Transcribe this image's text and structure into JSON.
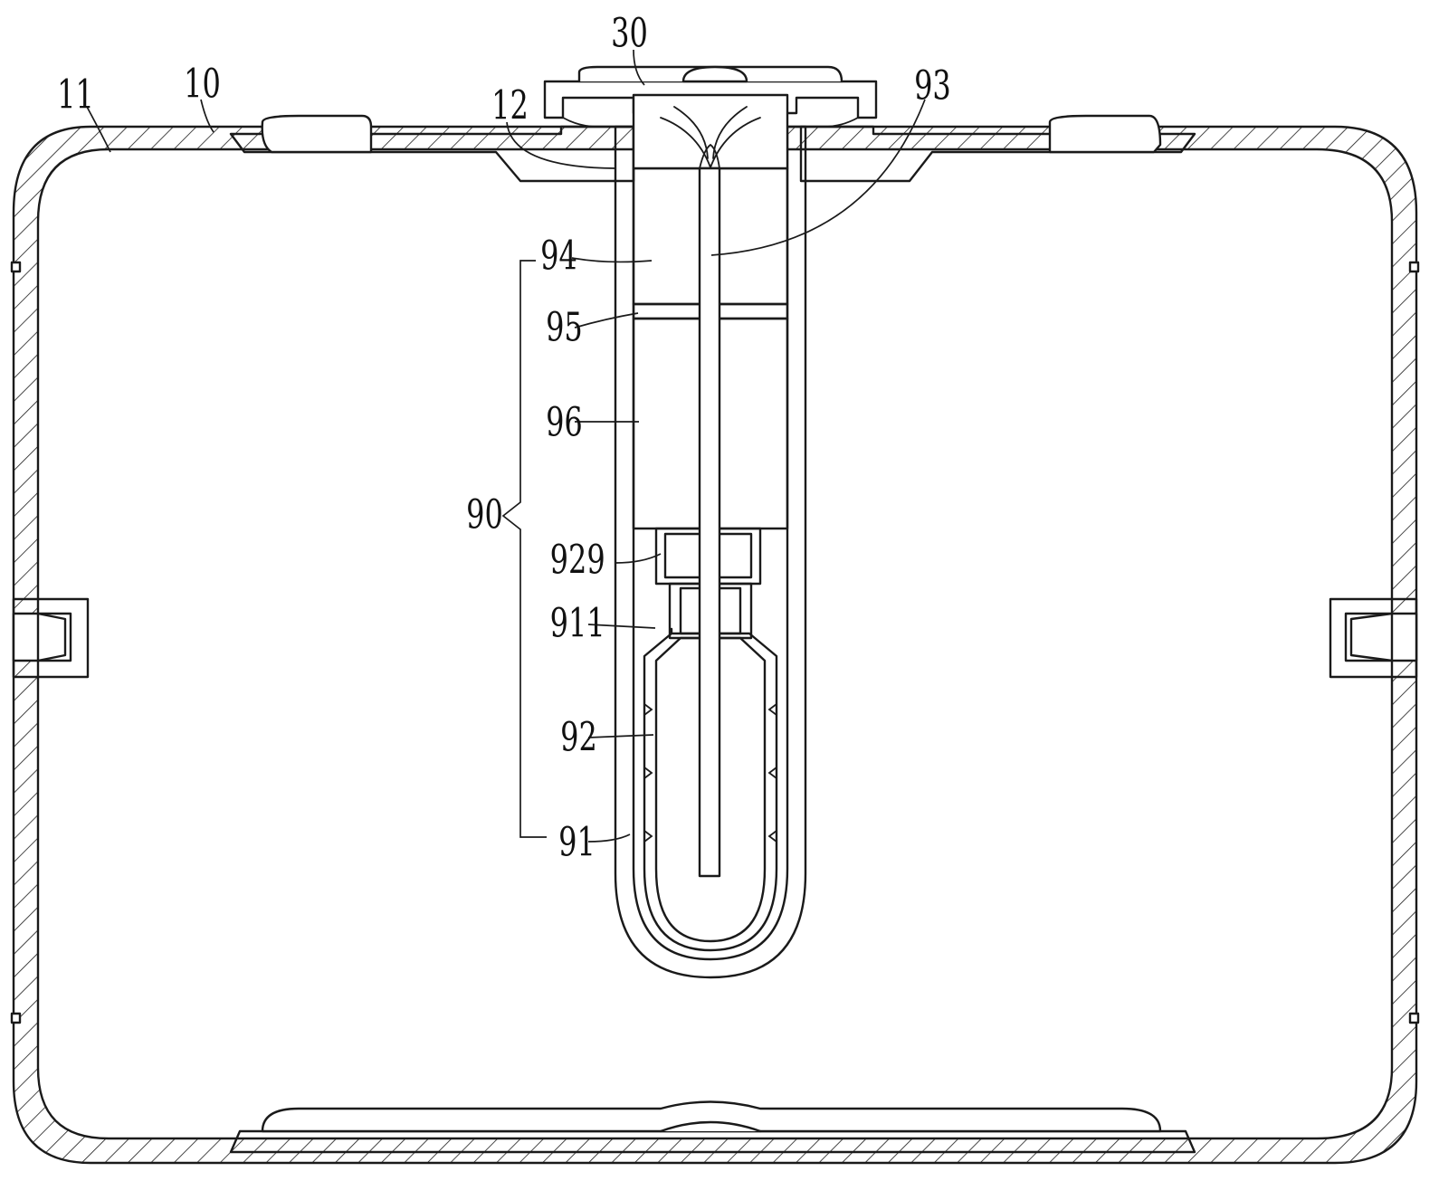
{
  "labels": {
    "l30": "30",
    "l10": "10",
    "l11": "11",
    "l12": "12",
    "l93": "93",
    "l94": "94",
    "l95": "95",
    "l96": "96",
    "l90": "90",
    "l929": "929",
    "l911": "911",
    "l92": "92",
    "l91": "91"
  }
}
